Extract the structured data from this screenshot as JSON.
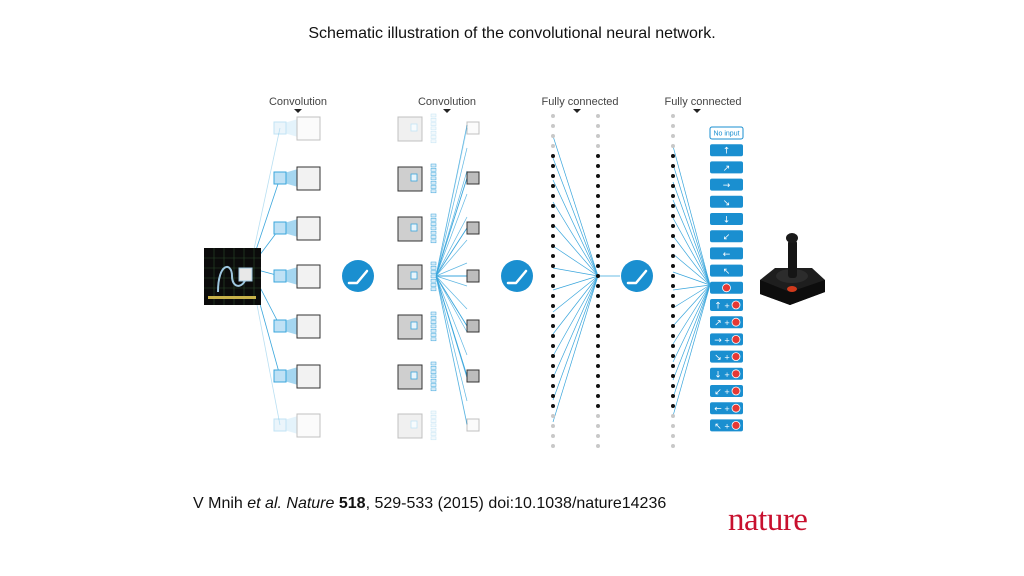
{
  "title": "Schematic illustration of the convolutional neural network.",
  "layer_labels": {
    "conv1": "Convolution",
    "conv2": "Convolution",
    "fc1": "Fully connected",
    "fc2": "Fully connected"
  },
  "output_actions": [
    {
      "label": "No input",
      "arrow": "",
      "fire": false
    },
    {
      "label": "",
      "arrow": "↑",
      "fire": false
    },
    {
      "label": "",
      "arrow": "↗",
      "fire": false
    },
    {
      "label": "",
      "arrow": "→",
      "fire": false
    },
    {
      "label": "",
      "arrow": "↘",
      "fire": false
    },
    {
      "label": "",
      "arrow": "↓",
      "fire": false
    },
    {
      "label": "",
      "arrow": "↙",
      "fire": false
    },
    {
      "label": "",
      "arrow": "←",
      "fire": false
    },
    {
      "label": "",
      "arrow": "↖",
      "fire": false
    },
    {
      "label": "",
      "arrow": "",
      "fire": true
    },
    {
      "label": "",
      "arrow": "↑",
      "fire": true
    },
    {
      "label": "",
      "arrow": "↗",
      "fire": true
    },
    {
      "label": "",
      "arrow": "→",
      "fire": true
    },
    {
      "label": "",
      "arrow": "↘",
      "fire": true
    },
    {
      "label": "",
      "arrow": "↓",
      "fire": true
    },
    {
      "label": "",
      "arrow": "↙",
      "fire": true
    },
    {
      "label": "",
      "arrow": "←",
      "fire": true
    },
    {
      "label": "",
      "arrow": "↖",
      "fire": true
    }
  ],
  "citation": {
    "authors": "V Mnih ",
    "etal": "et al.",
    "journal": " Nature ",
    "volume": "518",
    "rest": ", 529-533 (2015) doi:10.1038/nature14236"
  },
  "logo": "nature",
  "colors": {
    "line": "#3aa6dc",
    "button": "#1a8fd0",
    "fire": "#e53935",
    "logo": "#c8102e"
  },
  "icons": {
    "activation": "rectifier-icon",
    "controller": "joystick-icon"
  }
}
